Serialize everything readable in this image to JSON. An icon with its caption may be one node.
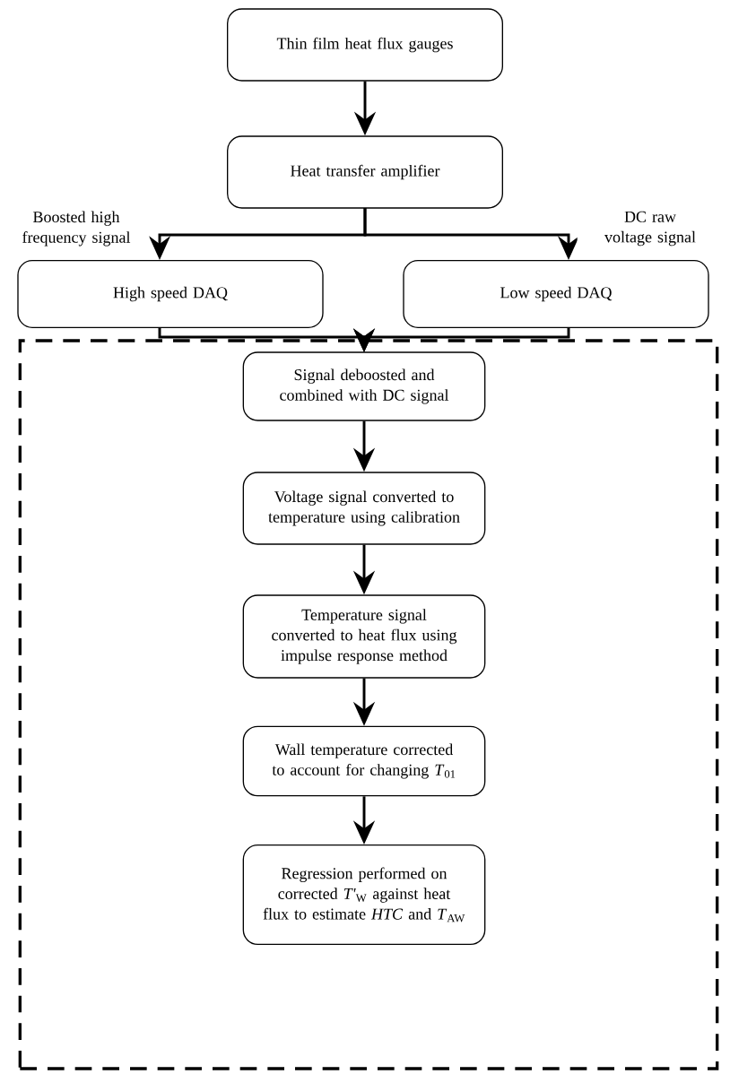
{
  "diagram": {
    "nodes": [
      {
        "text": [
          "Thin film heat flux gauges"
        ]
      },
      {
        "text": [
          "Heat transfer amplifier"
        ]
      },
      {
        "text": [
          "High speed DAQ"
        ]
      },
      {
        "text": [
          "Low speed DAQ"
        ]
      },
      {
        "text": [],
        "shape": "box"
      },
      {
        "text": [
          "Signal deboosted and combined with DC signal"
        ],
        "in": 4
      },
      {
        "text": [
          "Voltage signal converted to temperature using calibration"
        ],
        "in": 4
      },
      {
        "text": [
          "Temperature signal converted to heat flux using impulse response method"
        ],
        "in": 4
      },
      {
        "text": [
          "Wall temperature corrected to account for changing *T*$_{01}$"
        ],
        "in": 4
      },
      {
        "text": [
          "Regression performed on corrected *T'*$_{W}$ against heat flux to estimate *HTC* and *T*$_{AW}$"
        ],
        "in": 4
      }
    ],
    "edges": [
      {
        "from": 0,
        "to": 1,
        "arrow": "to"
      },
      {
        "from": 1,
        "to": 2,
        "arrow": "to",
        "label": "Boosted high frequency signal"
      },
      {
        "from": 1,
        "to": 3,
        "arrow": "to",
        "label": "DC raw voltage signal"
      },
      {
        "from": 2,
        "to": 5,
        "arrow": "to"
      },
      {
        "from": 3,
        "to": 5,
        "arrow": "to"
      },
      {
        "from": 5,
        "to": 6,
        "arrow": "to"
      },
      {
        "from": 6,
        "to": 7,
        "arrow": "to"
      },
      {
        "from": 7,
        "to": 8,
        "arrow": "to"
      },
      {
        "from": 8,
        "to": 9,
        "arrow": "to"
      }
    ]
  }
}
